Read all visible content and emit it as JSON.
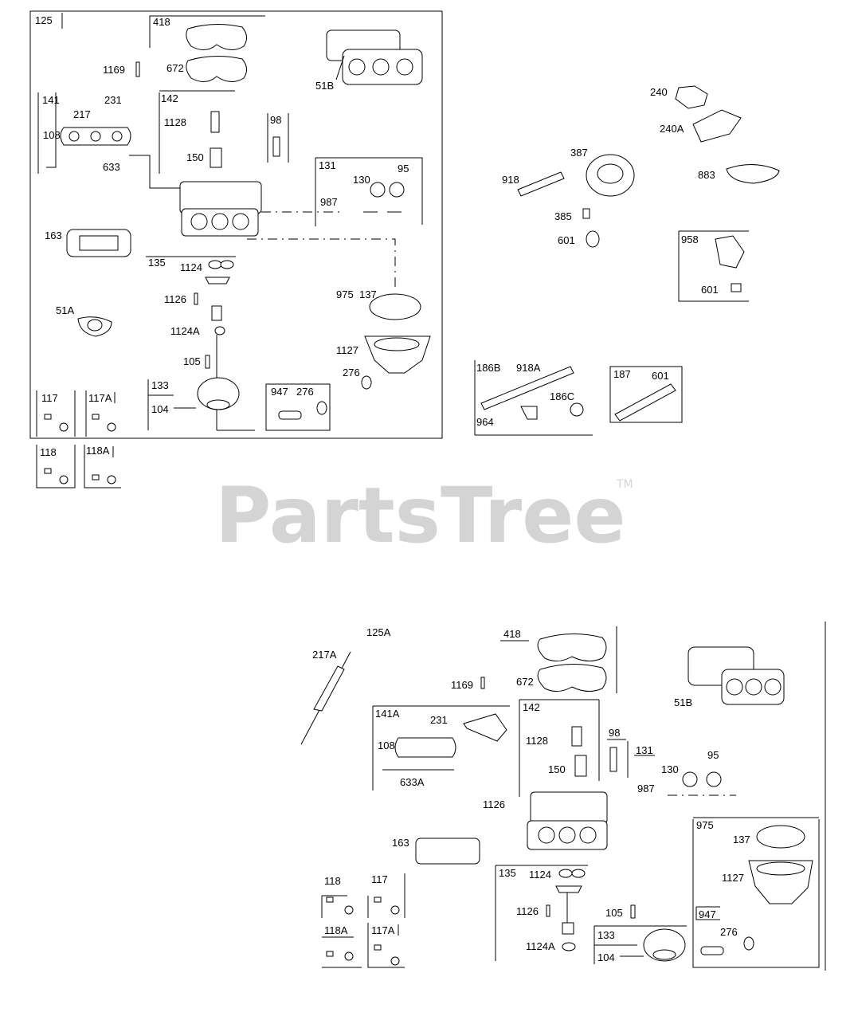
{
  "watermark": {
    "brand": "PartsTree",
    "mark": "TM"
  },
  "top_diagram": {
    "group_125": "125",
    "group_418": "418",
    "p_672": "672",
    "p_1169": "1169",
    "p_51B": "51B",
    "group_141": "141",
    "p_217": "217",
    "p_231": "231",
    "p_108": "108",
    "p_633": "633",
    "group_142": "142",
    "p_1128": "1128",
    "p_150": "150",
    "group_98": "98",
    "group_131": "131",
    "p_130": "130",
    "p_95": "95",
    "p_987": "987",
    "p_163": "163",
    "group_135": "135",
    "p_1124": "1124",
    "p_1126": "1126",
    "p_1124A": "1124A",
    "p_51A": "51A",
    "p_105": "105",
    "p_975": "975",
    "p_137": "137",
    "p_1127": "1127",
    "p_276": "276",
    "group_117": "117",
    "group_117A": "117A",
    "group_133": "133",
    "p_104": "104",
    "group_947": "947",
    "p_947_276": "276",
    "group_118": "118",
    "group_118A": "118A"
  },
  "right_diagram": {
    "p_240": "240",
    "p_240A": "240A",
    "p_387": "387",
    "p_918": "918",
    "p_883": "883",
    "p_385": "385",
    "p_601": "601",
    "group_958": "958",
    "p_958_601": "601",
    "group_186B": "186B",
    "p_918A": "918A",
    "p_186C": "186C",
    "p_964": "964",
    "group_187": "187",
    "p_187_601": "601"
  },
  "bottom_diagram": {
    "group_125A": "125A",
    "p_217A": "217A",
    "group_418": "418",
    "p_672": "672",
    "p_1169": "1169",
    "p_51B": "51B",
    "group_141A": "141A",
    "p_231": "231",
    "p_108": "108",
    "p_633A": "633A",
    "group_142": "142",
    "p_1128": "1128",
    "p_150": "150",
    "group_98": "98",
    "group_131": "131",
    "p_95": "95",
    "p_130": "130",
    "p_987": "987",
    "p_1126_top": "1126",
    "p_163": "163",
    "group_975": "975",
    "p_137": "137",
    "p_1127": "1127",
    "group_947": "947",
    "p_276": "276",
    "group_118": "118",
    "group_117": "117",
    "group_118A": "118A",
    "group_117A": "117A",
    "group_135": "135",
    "p_1124": "1124",
    "p_1126": "1126",
    "p_1124A": "1124A",
    "p_105": "105",
    "group_133": "133",
    "p_104": "104"
  }
}
